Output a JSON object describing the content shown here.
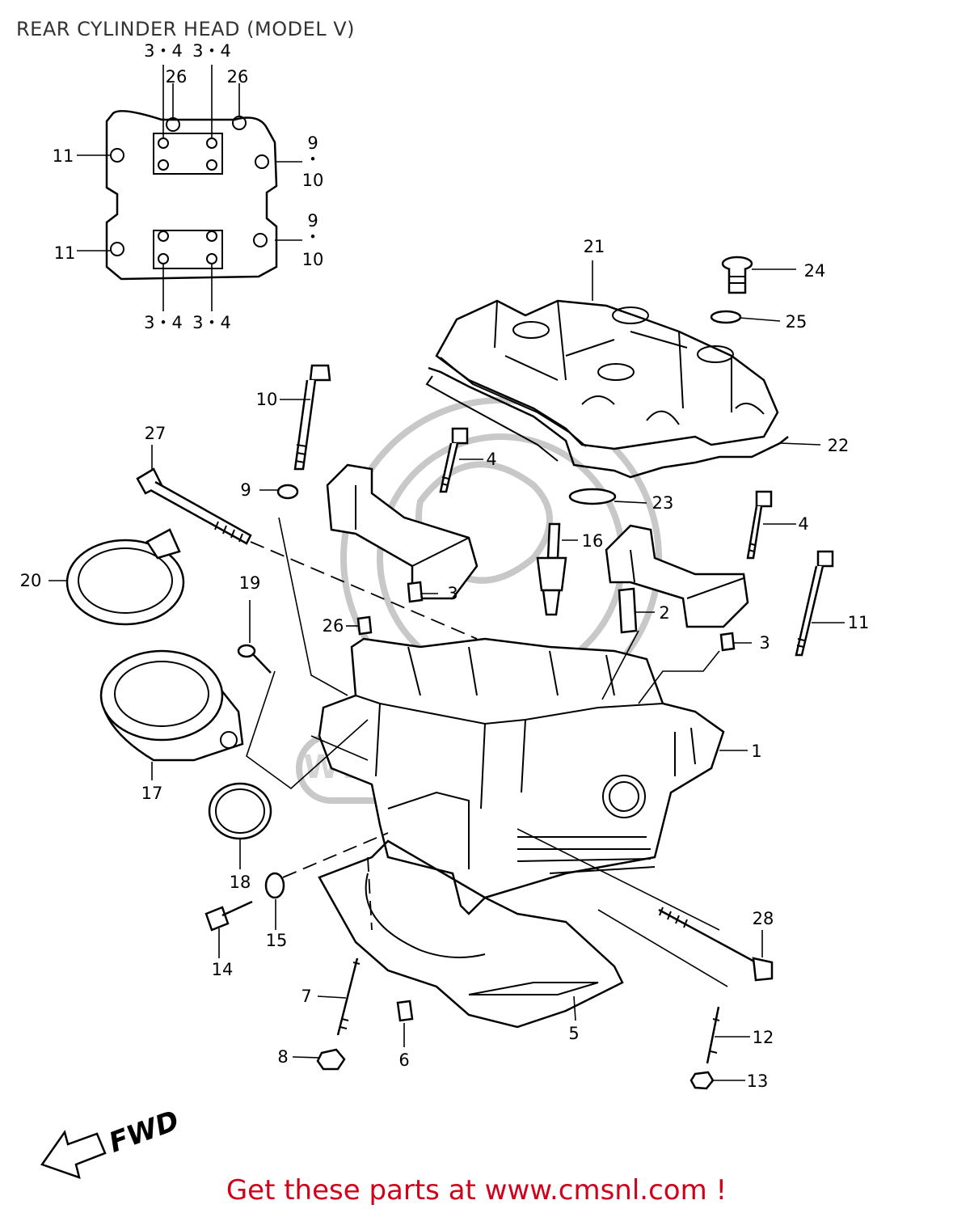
{
  "title": "REAR CYLINDER HEAD (MODEL V)",
  "footer": "Get these parts at www.cmsnl.com !",
  "footer_color": "#d0021b",
  "watermark": "WWW.CMSNL.COM",
  "inset_labels": [
    "3・4",
    "3・4",
    "26",
    "26",
    "11",
    "9",
    "・",
    "10",
    "11",
    "9",
    "・",
    "10",
    "3・4",
    "3・4"
  ],
  "callouts": [
    "21",
    "24",
    "25",
    "22",
    "23",
    "10",
    "4",
    "27",
    "9",
    "16",
    "4",
    "20",
    "19",
    "3",
    "2",
    "11",
    "26",
    "3",
    "1",
    "17",
    "18",
    "15",
    "28",
    "14",
    "7",
    "6",
    "5",
    "12",
    "8",
    "13"
  ],
  "fwd_label": "FWD"
}
